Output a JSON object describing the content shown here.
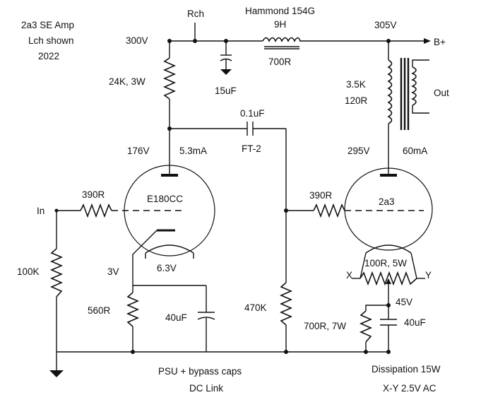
{
  "title_block": {
    "line1": "2a3 SE Amp",
    "line2": "Lch shown",
    "line3": "2022"
  },
  "labels": {
    "rch": "Rch",
    "choke_model": "Hammond 154G",
    "choke_value": "9H",
    "choke_dcr": "700R",
    "v300": "300V",
    "v305": "305V",
    "bplus": "B+",
    "r_plate_driver": "24K, 3W",
    "cap_15uf": "15uF",
    "ot_primary": "3.5K",
    "ot_dcr": "120R",
    "out": "Out",
    "coupling_cap": "0.1uF",
    "coupling_cap_type": "FT-2",
    "v176": "176V",
    "i_driver": "5.3mA",
    "v295": "295V",
    "i_output": "60mA",
    "driver_tube": "E180CC",
    "output_tube": "2a3",
    "in": "In",
    "r_grid_stop_in": "390R",
    "r_grid_stop_out": "390R",
    "r_input": "100K",
    "v3": "3V",
    "heater_driver": "6.3V",
    "hum_pot": "100R, 5W",
    "x": "X",
    "y": "Y",
    "r_cathode_driver": "560R",
    "cap_40uf_driver": "40uF",
    "r_grid_leak": "470K",
    "v45": "45V",
    "r_cathode_output": "700R, 7W",
    "cap_40uf_output": "40uF",
    "psu_note": "PSU + bypass caps",
    "dc_link": "DC Link",
    "dissipation": "Dissipation  15W",
    "xy_ac": "X-Y 2.5V AC"
  }
}
